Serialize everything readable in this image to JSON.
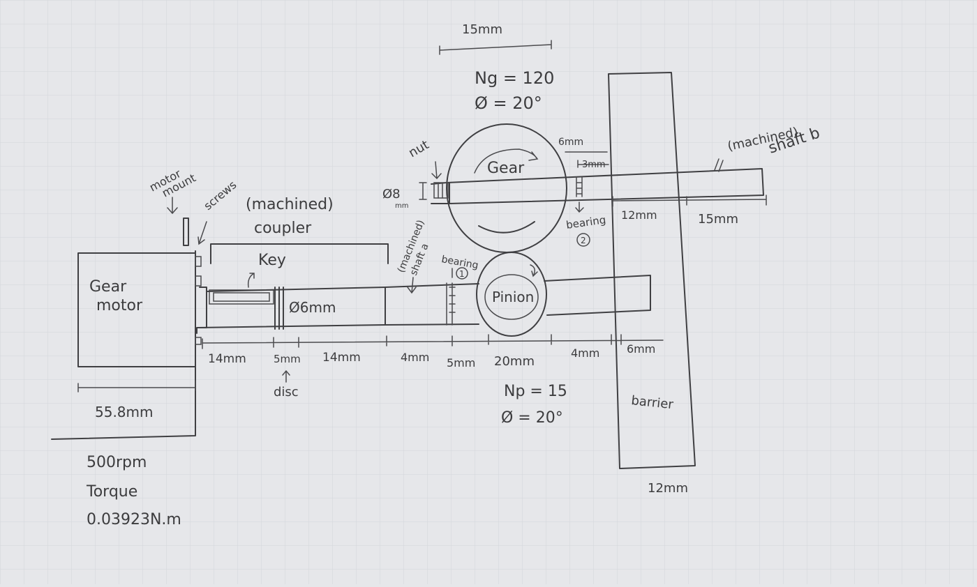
{
  "diagram": {
    "gear_motor": {
      "line1": "Gear",
      "line2": "motor"
    },
    "motor_mount": {
      "line1": "motor",
      "line2": "mount"
    },
    "screws": "screws",
    "coupler": {
      "line1": "(machined)",
      "line2": "coupler"
    },
    "key": "Key",
    "shaft_diameter": "Ø6mm",
    "shaft_a": {
      "line1": "(machined)",
      "line2": "shaft a"
    },
    "shaft_b": {
      "line1": "(machined)",
      "line2": "shaft b"
    },
    "nut": "nut",
    "nut_diameter": {
      "line1": "Ø8",
      "line2": "mm"
    },
    "bearing1": {
      "label": "bearing",
      "number": "1"
    },
    "bearing2": {
      "label": "bearing",
      "number": "2"
    },
    "gear": {
      "label": "Gear",
      "teeth": "Ng = 120",
      "pressure_angle": "Ø = 20°"
    },
    "pinion": {
      "label": "Pinion",
      "teeth": "Np = 15",
      "pressure_angle": "Ø = 20°"
    },
    "barrier": {
      "label": "barrier",
      "width": "12mm"
    },
    "disc": "disc",
    "dims": {
      "top_15mm": "15mm",
      "gear_6mm": "6mm",
      "gear_3mm": "3mm",
      "right_12mm": "12mm",
      "right_15mm": "15mm",
      "d14a": "14mm",
      "d5a": "5mm",
      "d14b": "14mm",
      "d4a": "4mm",
      "d5b": "5mm",
      "d20": "20mm",
      "d4b": "4mm",
      "d6": "6mm",
      "motor_len": "55.8mm"
    },
    "specs": {
      "speed": "500rpm",
      "torque_label": "Torque",
      "torque_value": "0.03923N.m"
    }
  }
}
